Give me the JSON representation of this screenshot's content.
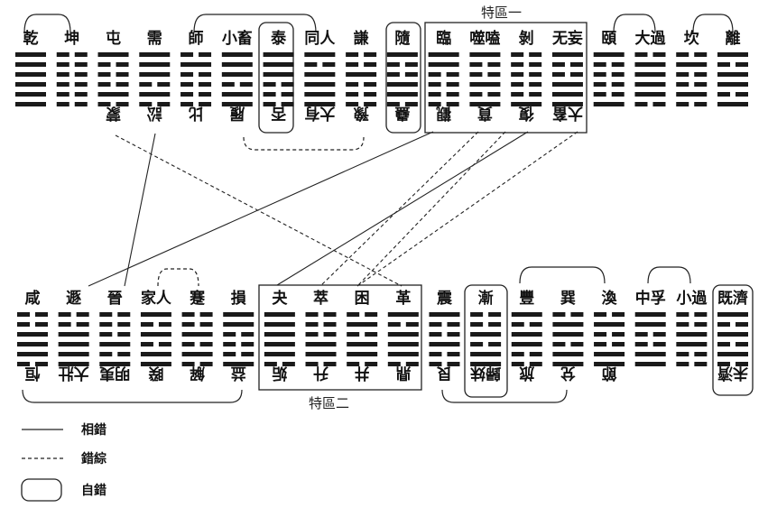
{
  "zones": {
    "zone1": "特區一",
    "zone2": "特區二"
  },
  "top_hexagrams": [
    {
      "upper": "乾",
      "lower": "",
      "lines": [
        1,
        1,
        1,
        1,
        1,
        1
      ]
    },
    {
      "upper": "坤",
      "lower": "",
      "lines": [
        0,
        0,
        0,
        0,
        0,
        0
      ]
    },
    {
      "upper": "屯",
      "lower": "蒙",
      "lines": [
        1,
        0,
        0,
        0,
        1,
        0
      ]
    },
    {
      "upper": "需",
      "lower": "訟",
      "lines": [
        1,
        1,
        1,
        0,
        1,
        0
      ]
    },
    {
      "upper": "師",
      "lower": "比",
      "lines": [
        0,
        1,
        0,
        0,
        0,
        0
      ]
    },
    {
      "upper": "小畜",
      "lower": "履",
      "lines": [
        1,
        1,
        1,
        0,
        1,
        1
      ]
    },
    {
      "upper": "泰",
      "lower": "否",
      "lines": [
        1,
        1,
        1,
        0,
        0,
        0
      ]
    },
    {
      "upper": "同人",
      "lower": "大有",
      "lines": [
        1,
        0,
        1,
        1,
        1,
        1
      ]
    },
    {
      "upper": "謙",
      "lower": "豫",
      "lines": [
        0,
        0,
        1,
        0,
        0,
        0
      ]
    },
    {
      "upper": "隨",
      "lower": "蠱",
      "lines": [
        1,
        0,
        0,
        1,
        1,
        0
      ]
    },
    {
      "upper": "臨",
      "lower": "觀",
      "lines": [
        1,
        1,
        0,
        0,
        0,
        0
      ]
    },
    {
      "upper": "噬嗑",
      "lower": "賁",
      "lines": [
        1,
        0,
        0,
        1,
        0,
        1
      ]
    },
    {
      "upper": "剝",
      "lower": "復",
      "lines": [
        0,
        0,
        0,
        0,
        0,
        1
      ]
    },
    {
      "upper": "无妄",
      "lower": "大畜",
      "lines": [
        1,
        0,
        0,
        1,
        1,
        1
      ]
    },
    {
      "upper": "頤",
      "lower": "",
      "lines": [
        1,
        0,
        0,
        0,
        0,
        1
      ]
    },
    {
      "upper": "大過",
      "lower": "",
      "lines": [
        0,
        1,
        1,
        1,
        1,
        0
      ]
    },
    {
      "upper": "坎",
      "lower": "",
      "lines": [
        0,
        1,
        0,
        0,
        1,
        0
      ]
    },
    {
      "upper": "離",
      "lower": "",
      "lines": [
        1,
        0,
        1,
        1,
        0,
        1
      ]
    }
  ],
  "bottom_hexagrams": [
    {
      "upper": "咸",
      "lower": "恒",
      "lines": [
        0,
        0,
        1,
        1,
        1,
        0
      ]
    },
    {
      "upper": "遯",
      "lower": "大壯",
      "lines": [
        0,
        0,
        1,
        1,
        1,
        1
      ]
    },
    {
      "upper": "晉",
      "lower": "明夷",
      "lines": [
        0,
        0,
        0,
        1,
        0,
        1
      ]
    },
    {
      "upper": "家人",
      "lower": "睽",
      "lines": [
        1,
        0,
        1,
        0,
        1,
        1
      ]
    },
    {
      "upper": "蹇",
      "lower": "解",
      "lines": [
        0,
        0,
        1,
        0,
        1,
        0
      ]
    },
    {
      "upper": "損",
      "lower": "益",
      "lines": [
        1,
        1,
        0,
        0,
        0,
        1
      ]
    },
    {
      "upper": "夬",
      "lower": "姤",
      "lines": [
        1,
        1,
        1,
        1,
        1,
        0
      ]
    },
    {
      "upper": "萃",
      "lower": "升",
      "lines": [
        0,
        0,
        0,
        1,
        1,
        0
      ]
    },
    {
      "upper": "困",
      "lower": "井",
      "lines": [
        0,
        1,
        0,
        1,
        1,
        0
      ]
    },
    {
      "upper": "革",
      "lower": "鼎",
      "lines": [
        1,
        0,
        1,
        1,
        1,
        0
      ]
    },
    {
      "upper": "震",
      "lower": "艮",
      "lines": [
        1,
        0,
        0,
        1,
        0,
        0
      ]
    },
    {
      "upper": "漸",
      "lower": "歸妹",
      "lines": [
        0,
        0,
        1,
        0,
        1,
        1
      ]
    },
    {
      "upper": "豐",
      "lower": "旅",
      "lines": [
        1,
        0,
        1,
        1,
        0,
        0
      ]
    },
    {
      "upper": "巽",
      "lower": "兌",
      "lines": [
        0,
        1,
        1,
        0,
        1,
        1
      ]
    },
    {
      "upper": "渙",
      "lower": "節",
      "lines": [
        0,
        1,
        0,
        0,
        1,
        1
      ]
    },
    {
      "upper": "中孚",
      "lower": "",
      "lines": [
        1,
        1,
        0,
        0,
        1,
        1
      ]
    },
    {
      "upper": "小過",
      "lower": "",
      "lines": [
        0,
        0,
        1,
        1,
        0,
        0
      ]
    },
    {
      "upper": "既濟",
      "lower": "未濟",
      "lines": [
        1,
        0,
        1,
        0,
        1,
        0
      ]
    }
  ],
  "legend": {
    "solid_line": "相錯",
    "dashed_line": "錯綜",
    "rounded_box": "自錯"
  }
}
